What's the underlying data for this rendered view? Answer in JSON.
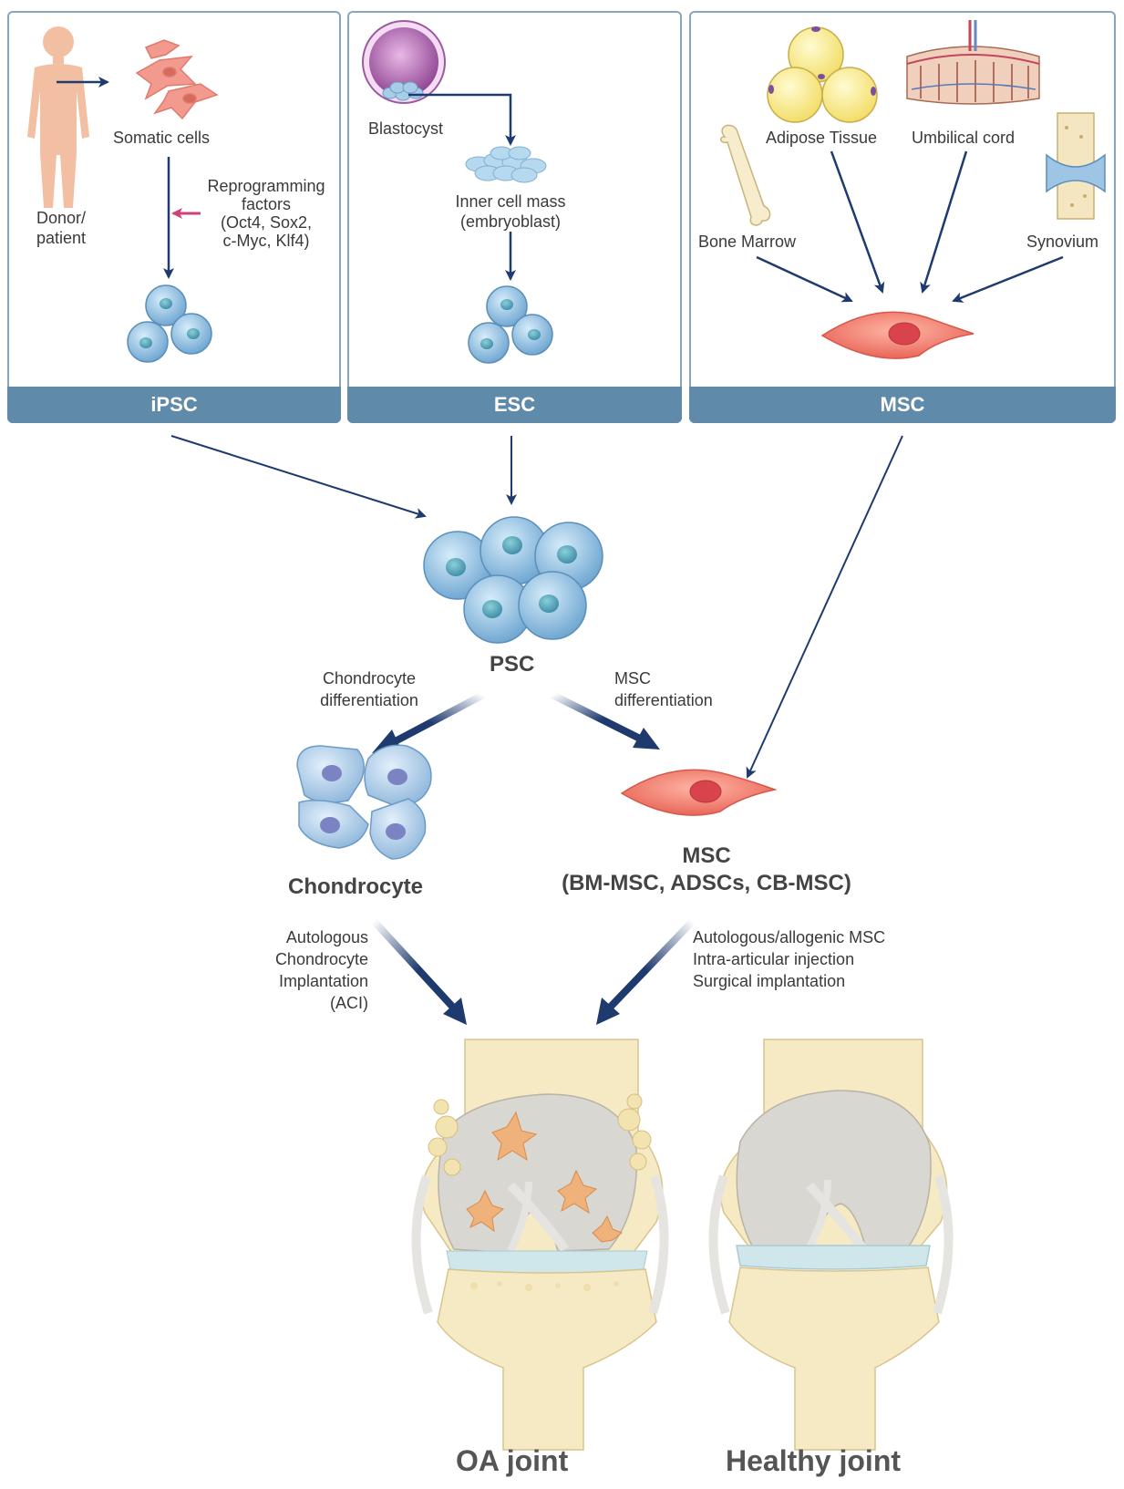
{
  "panels": {
    "ipsc": {
      "title": "iPSC",
      "donor_label": "Donor/\npatient",
      "somatic_label": "Somatic cells",
      "reprogramming_label": "Reprogramming\nfactors\n(Oct4, Sox2,\nc-Myc, Klf4)"
    },
    "esc": {
      "title": "ESC",
      "blastocyst_label": "Blastocyst",
      "icm_label": "Inner cell mass\n(embryoblast)"
    },
    "msc": {
      "title": "MSC",
      "adipose_label": "Adipose Tissue",
      "umbilical_label": "Umbilical cord",
      "bone_marrow_label": "Bone Marrow",
      "synovium_label": "Synovium"
    }
  },
  "middle": {
    "psc_label": "PSC",
    "chondro_diff_label": "Chondrocyte\ndifferentiation",
    "msc_diff_label": "MSC\ndifferentiation",
    "chondrocyte_label": "Chondrocyte",
    "msc_label": "MSC\n(BM-MSC, ADSCs, CB-MSC)",
    "aci_label": "Autologous\nChondrocyte\nImplantation\n(ACI)",
    "msc_therapy_label": "Autologous/allogenic MSC\nIntra-articular injection\nSurgical implantation"
  },
  "bottom": {
    "oa_label": "OA joint",
    "healthy_label": "Healthy joint"
  },
  "colors": {
    "panel_bar": "#5f8aa9",
    "arrow": "#1f3a6e",
    "stem_cell": "#8fc1e3",
    "msc_cell": "#ee7a6c",
    "bone": "#f6eac4",
    "cartilage": "#d9d7d2"
  }
}
